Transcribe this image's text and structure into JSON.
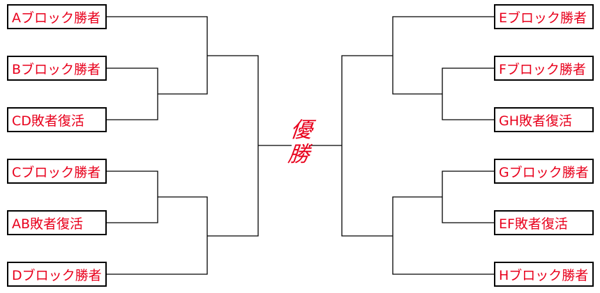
{
  "bracket": {
    "left_entries": [
      {
        "id": "a-block-winner",
        "label": "Aブロック勝者"
      },
      {
        "id": "b-block-winner",
        "label": "Bブロック勝者"
      },
      {
        "id": "cd-loser-revival",
        "label": "CD敗者復活"
      },
      {
        "id": "c-block-winner",
        "label": "Cブロック勝者"
      },
      {
        "id": "ab-loser-revival",
        "label": "AB敗者復活"
      },
      {
        "id": "d-block-winner",
        "label": "Dブロック勝者"
      }
    ],
    "right_entries": [
      {
        "id": "e-block-winner",
        "label": "Eブロック勝者"
      },
      {
        "id": "f-block-winner",
        "label": "Fブロック勝者"
      },
      {
        "id": "gh-loser-revival",
        "label": "GH敗者復活"
      },
      {
        "id": "g-block-winner",
        "label": "Gブロック勝者"
      },
      {
        "id": "ef-loser-revival",
        "label": "EF敗者復活"
      },
      {
        "id": "h-block-winner",
        "label": "Hブロック勝者"
      }
    ],
    "champion_label_line1": "優",
    "champion_label_line2": "勝",
    "colors": {
      "label_text": "#e8001c",
      "lines": "#000000",
      "box_border": "#000000"
    }
  }
}
